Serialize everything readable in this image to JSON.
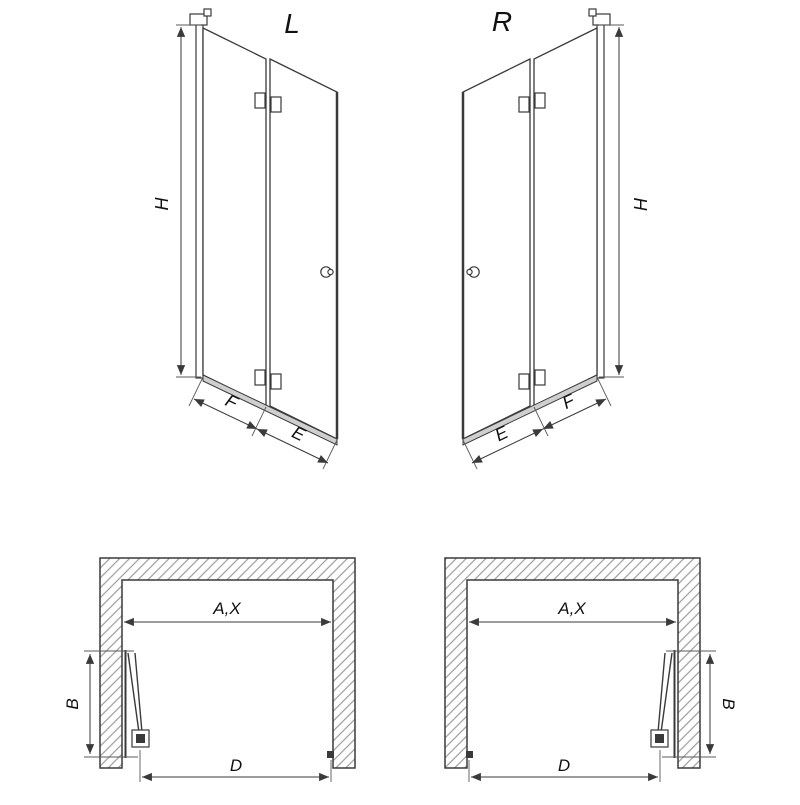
{
  "diagram": {
    "type": "bifold-door-technical-drawing",
    "views": {
      "front_left": {
        "variant": "L",
        "dim_height": "H",
        "dim_panel_inner": "F",
        "dim_panel_outer": "E"
      },
      "front_right": {
        "variant": "R",
        "dim_height": "H",
        "dim_panel_inner": "F",
        "dim_panel_outer": "E"
      },
      "plan_left": {
        "dim_opening": "A,X",
        "dim_depth": "B",
        "dim_clear": "D"
      },
      "plan_right": {
        "dim_opening": "A,X",
        "dim_depth": "B",
        "dim_clear": "D"
      }
    },
    "colors": {
      "line": "#3a3a3a",
      "dimension": "#5a5a5a",
      "hatch": "#9c9c9c",
      "glass_fill": "#ffffff",
      "sill_fill": "#cfcfcf",
      "label": "#111111"
    }
  }
}
